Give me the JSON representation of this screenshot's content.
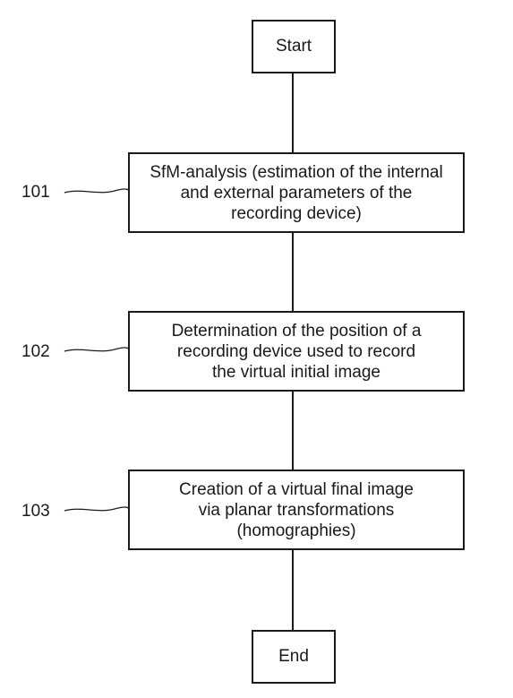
{
  "flowchart": {
    "start_label": "Start",
    "end_label": "End",
    "steps": [
      {
        "ref": "101",
        "lines": [
          "SfM-analysis (estimation of the internal",
          "and external parameters of the",
          "recording device)"
        ]
      },
      {
        "ref": "102",
        "lines": [
          "Determination of the position of a",
          "recording device used to record",
          "the virtual initial image"
        ]
      },
      {
        "ref": "103",
        "lines": [
          "Creation of a virtual final image",
          "via planar transformations",
          "(homographies)"
        ]
      }
    ]
  }
}
